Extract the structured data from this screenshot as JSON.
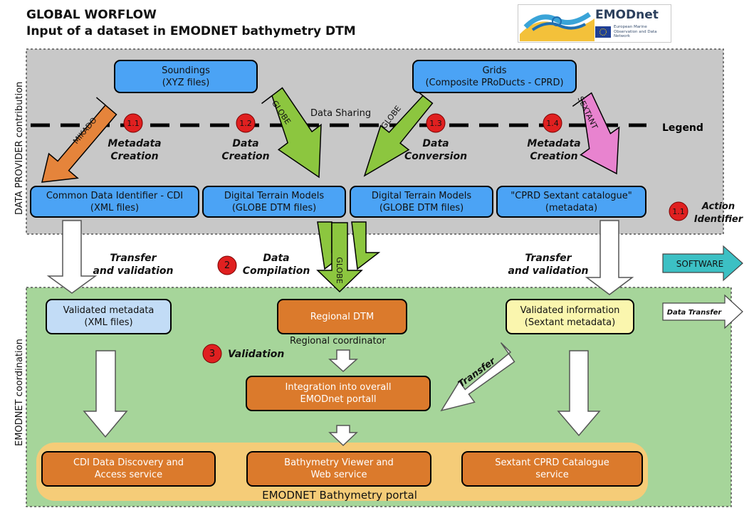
{
  "title": {
    "line1": "GLOBAL WORFLOW",
    "line2": "Input of a dataset in EMODNET bathymetry DTM"
  },
  "logo": {
    "brand": "EMODnet",
    "subtitle": "European Marine Observation and Data Network"
  },
  "zones": {
    "provider_label": "DATA PROVIDER contribution",
    "coordination_label": "EMODNET coordination",
    "data_sharing": "Data Sharing",
    "portal_label": "EMODNET Bathymetry portal"
  },
  "sources": {
    "soundings": {
      "line1": "Soundings",
      "line2": "(XYZ files)"
    },
    "grids": {
      "line1": "Grids",
      "line2": "(Composite PRoDucts - CPRD)"
    }
  },
  "software_arrows": {
    "mikado": "MIKADO",
    "globe_1": "GLOBE",
    "globe_2": "GLOBE",
    "sextant": "SEXTANT",
    "globe_compilation": "GLOBE"
  },
  "actions": {
    "a1_1": {
      "id": "1.1",
      "line1": "Metadata",
      "line2": "Creation"
    },
    "a1_2": {
      "id": "1.2",
      "line1": "Data",
      "line2": "Creation"
    },
    "a1_3": {
      "id": "1.3",
      "line1": "Data",
      "line2": "Conversion"
    },
    "a1_4": {
      "id": "1.4",
      "line1": "Metadata",
      "line2": "Creation"
    },
    "a2": {
      "id": "2",
      "line1": "Data",
      "line2": "Compilation"
    },
    "a3": {
      "id": "3",
      "line1": "Validation"
    }
  },
  "provider_outputs": {
    "cdi": {
      "line1": "Common Data Identifier - CDI",
      "line2": "(XML files)"
    },
    "dtm_globe": {
      "line1": "Digital Terrain Models",
      "line2": "(GLOBE DTM files)"
    },
    "dtm_conv": {
      "line1": "Digital Terrain Models",
      "line2": "(GLOBE DTM files)"
    },
    "cprd_sextant": {
      "line1": "\"CPRD Sextant catalogue\"",
      "line2": "(metadata)"
    }
  },
  "transfers": {
    "left": {
      "line1": "Transfer",
      "line2": "and validation"
    },
    "right": {
      "line1": "Transfer",
      "line2": "and validation"
    },
    "diagonal": "Transfer"
  },
  "coordination": {
    "validated_metadata": {
      "line1": "Validated metadata",
      "line2": "(XML files)"
    },
    "regional_dtm": "Regional DTM",
    "regional_coordinator": "Regional coordinator",
    "validated_info": {
      "line1": "Validated information",
      "line2": "(Sextant metadata)"
    },
    "integration": {
      "line1": "Integration into overall",
      "line2": "EMODnet portall"
    }
  },
  "portal": {
    "cdi_service": {
      "line1": "CDI Data Discovery and",
      "line2": "Access service"
    },
    "bathy_viewer": {
      "line1": "Bathymetry Viewer and",
      "line2": "Web service"
    },
    "sextant_service": {
      "line1": "Sextant CPRD Catalogue",
      "line2": "service"
    }
  },
  "legend": {
    "title": "Legend",
    "badge": "1.1",
    "action_line1": "Action",
    "action_line2": "Identifier",
    "software": "SOFTWARE",
    "data_transfer": "Data Transfer"
  },
  "colors": {
    "provider_zone": "#c8c8c8",
    "coordination_zone": "#a6d59a",
    "portal_band": "#f5cc78",
    "blue_box": "#4ba3f5",
    "orange_box": "#db7a2c",
    "badge_red": "#e02020",
    "arrow_green": "#8cc63f",
    "arrow_mikado": "#e5843b",
    "arrow_sextant": "#e883cf",
    "arrow_software": "#3cc0c4"
  }
}
